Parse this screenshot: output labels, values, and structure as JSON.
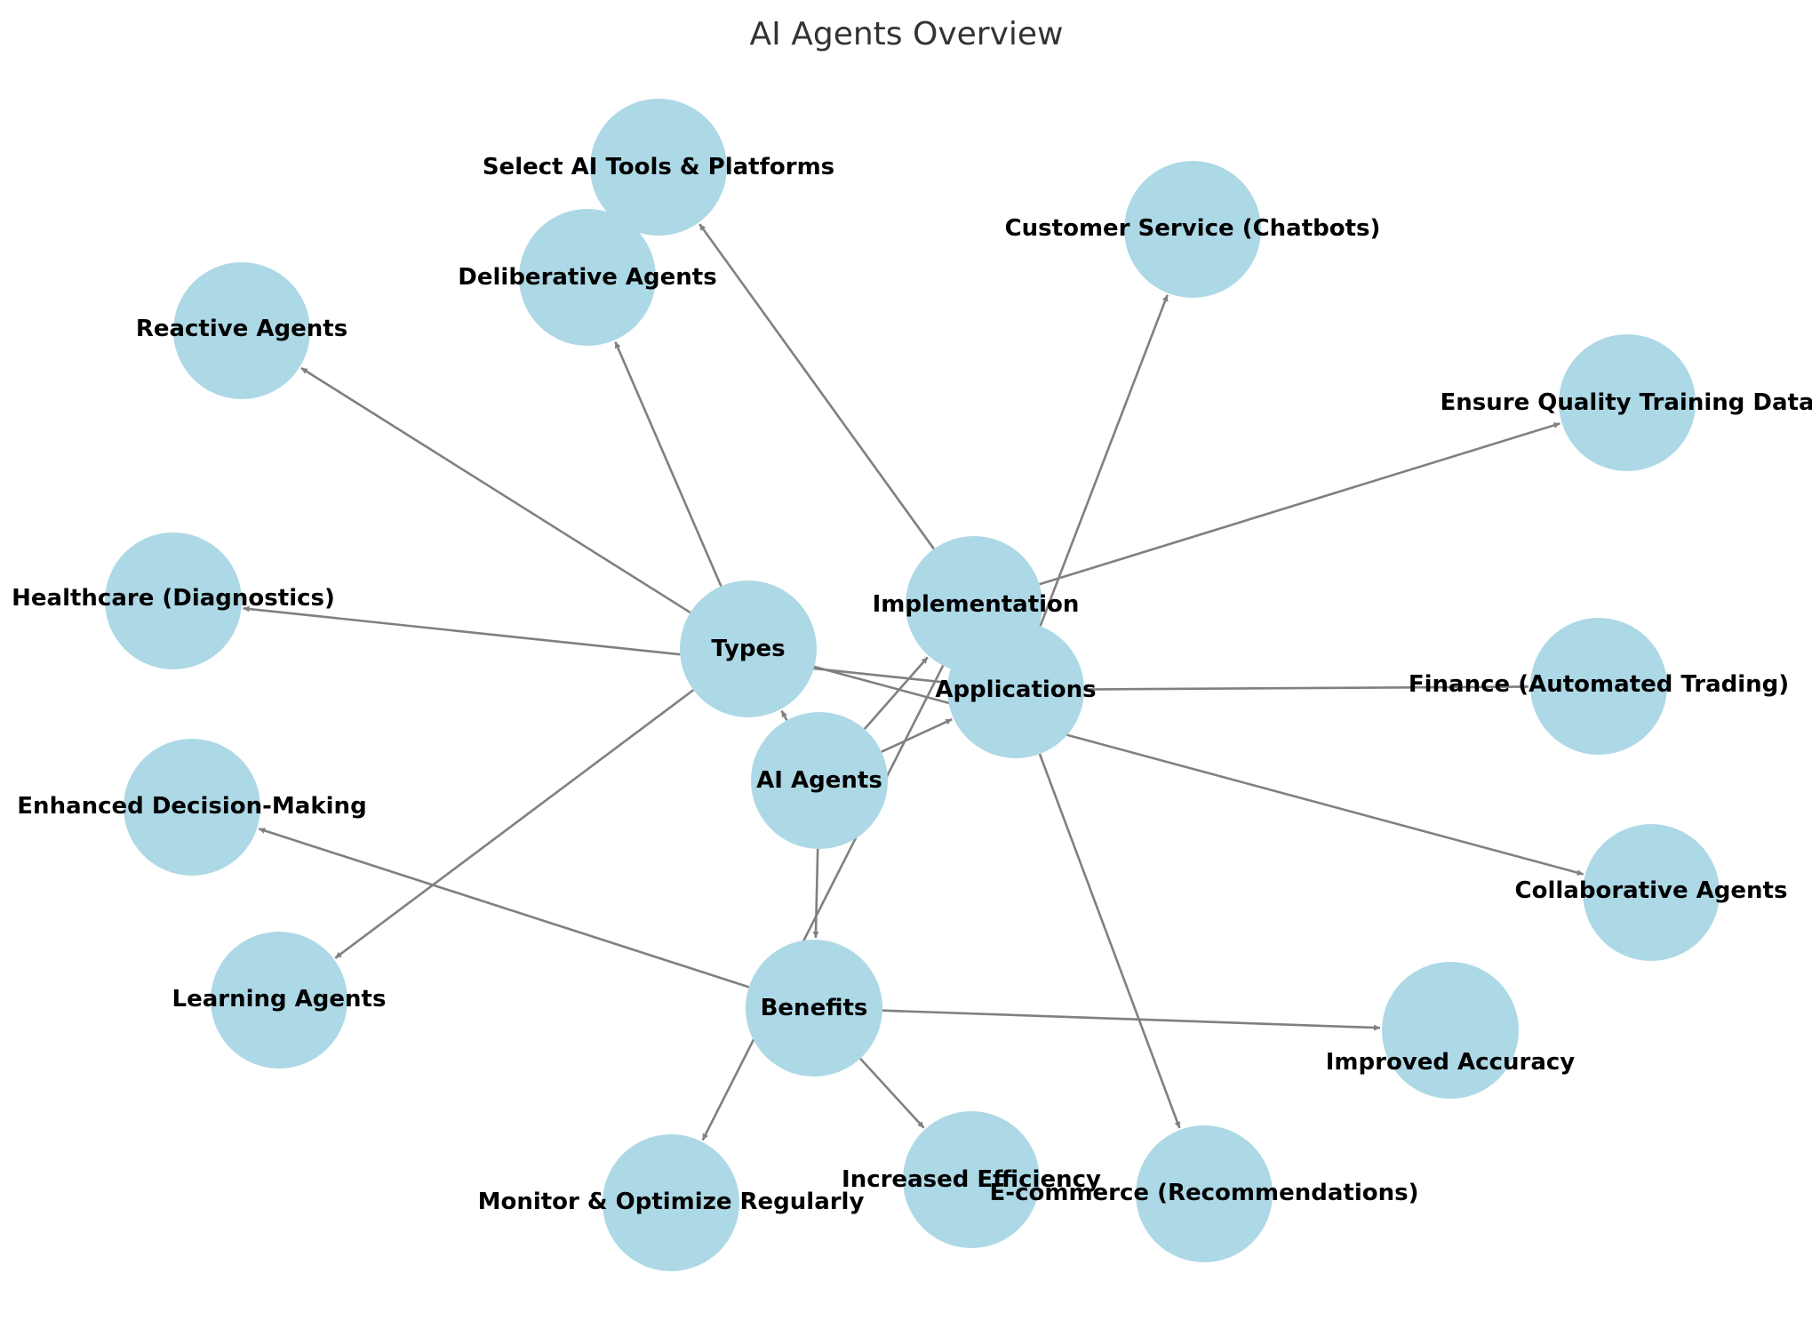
{
  "title": "AI Agents Overview",
  "colors": {
    "node": "#add8e6",
    "edge": "#808080",
    "label": "#000000"
  },
  "nodes": [
    {
      "id": "ai-agents",
      "label": "AI Agents"
    },
    {
      "id": "types",
      "label": "Types"
    },
    {
      "id": "applications",
      "label": "Applications"
    },
    {
      "id": "benefits",
      "label": "Benefits"
    },
    {
      "id": "implementation",
      "label": "Implementation"
    },
    {
      "id": "reactive",
      "label": "Reactive Agents"
    },
    {
      "id": "deliberative",
      "label": "Deliberative Agents"
    },
    {
      "id": "learning",
      "label": "Learning Agents"
    },
    {
      "id": "collaborative",
      "label": "Collaborative Agents"
    },
    {
      "id": "customer-service",
      "label": "Customer Service (Chatbots)"
    },
    {
      "id": "healthcare",
      "label": "Healthcare (Diagnostics)"
    },
    {
      "id": "finance",
      "label": "Finance (Automated Trading)"
    },
    {
      "id": "ecommerce",
      "label": "E-commerce (Recommendations)"
    },
    {
      "id": "efficiency",
      "label": "Increased Efficiency"
    },
    {
      "id": "decision",
      "label": "Enhanced Decision-Making"
    },
    {
      "id": "accuracy",
      "label": "Improved Accuracy"
    },
    {
      "id": "tools",
      "label": "Select AI Tools & Platforms"
    },
    {
      "id": "training-data",
      "label": "Ensure Quality Training Data"
    },
    {
      "id": "monitor",
      "label": "Monitor & Optimize Regularly"
    }
  ],
  "edges": [
    {
      "from": "ai-agents",
      "to": "types"
    },
    {
      "from": "ai-agents",
      "to": "applications"
    },
    {
      "from": "ai-agents",
      "to": "benefits"
    },
    {
      "from": "ai-agents",
      "to": "implementation"
    },
    {
      "from": "types",
      "to": "reactive"
    },
    {
      "from": "types",
      "to": "deliberative"
    },
    {
      "from": "types",
      "to": "learning"
    },
    {
      "from": "types",
      "to": "collaborative"
    },
    {
      "from": "applications",
      "to": "customer-service"
    },
    {
      "from": "applications",
      "to": "healthcare"
    },
    {
      "from": "applications",
      "to": "finance"
    },
    {
      "from": "applications",
      "to": "ecommerce"
    },
    {
      "from": "benefits",
      "to": "efficiency"
    },
    {
      "from": "benefits",
      "to": "decision"
    },
    {
      "from": "benefits",
      "to": "accuracy"
    },
    {
      "from": "implementation",
      "to": "tools"
    },
    {
      "from": "implementation",
      "to": "training-data"
    },
    {
      "from": "implementation",
      "to": "monitor"
    }
  ]
}
